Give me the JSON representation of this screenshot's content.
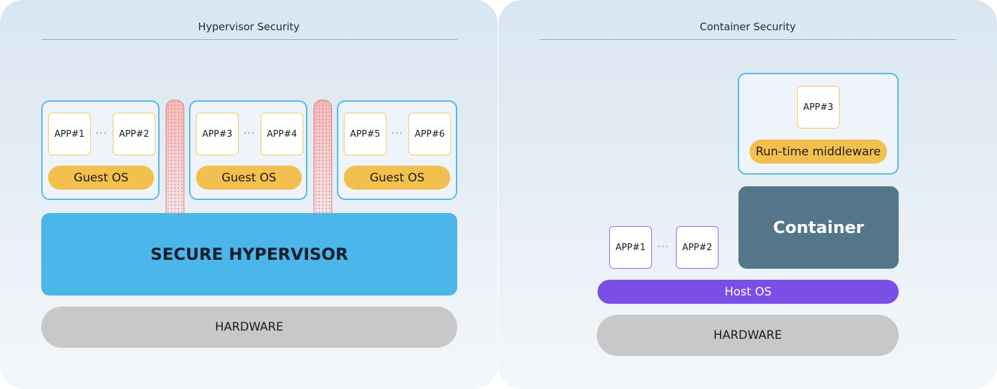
{
  "hypervisor_panel": {
    "title": "Hypervisor Security",
    "vms": [
      {
        "apps": [
          "APP#1",
          "APP#2"
        ],
        "guest_os": "Guest OS"
      },
      {
        "apps": [
          "APP#3",
          "APP#4"
        ],
        "guest_os": "Guest OS"
      },
      {
        "apps": [
          "APP#5",
          "APP#6"
        ],
        "guest_os": "Guest OS"
      }
    ],
    "separator": "···",
    "hypervisor_label": "SECURE HYPERVISOR",
    "hardware_label": "HARDWARE"
  },
  "container_panel": {
    "title": "Container Security",
    "container_app": "APP#3",
    "middleware_label": "Run-time middleware",
    "container_label": "Container",
    "host_apps": [
      "APP#1",
      "APP#2"
    ],
    "separator": "···",
    "host_os_label": "Host OS",
    "hardware_label": "HARDWARE"
  },
  "colors": {
    "vm_border": "#54b7e6",
    "app_border": "#f0c964",
    "guest_os": "#f3c04f",
    "hypervisor": "#4bb6e9",
    "hardware": "#c8c8c8",
    "container": "#55768a",
    "host_os": "#7b4ee6",
    "host_app_border": "#8c6ce8",
    "isolation": "#e27a7a"
  }
}
